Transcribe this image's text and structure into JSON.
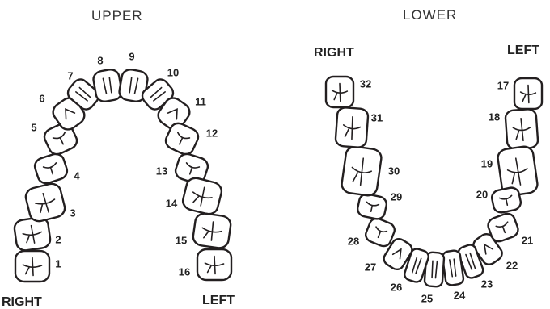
{
  "upper": {
    "title": "UPPER",
    "right_label": "RIGHT",
    "left_label": "LEFT",
    "teeth": [
      {
        "num": "1",
        "icon": "molar"
      },
      {
        "num": "2",
        "icon": "molar"
      },
      {
        "num": "3",
        "icon": "molar"
      },
      {
        "num": "4",
        "icon": "premolar"
      },
      {
        "num": "5",
        "icon": "premolar"
      },
      {
        "num": "6",
        "icon": "canine"
      },
      {
        "num": "7",
        "icon": "incisor"
      },
      {
        "num": "8",
        "icon": "incisor"
      },
      {
        "num": "9",
        "icon": "incisor"
      },
      {
        "num": "10",
        "icon": "incisor"
      },
      {
        "num": "11",
        "icon": "canine"
      },
      {
        "num": "12",
        "icon": "premolar"
      },
      {
        "num": "13",
        "icon": "premolar"
      },
      {
        "num": "14",
        "icon": "molar"
      },
      {
        "num": "15",
        "icon": "molar"
      },
      {
        "num": "16",
        "icon": "molar"
      }
    ]
  },
  "lower": {
    "title": "LOWER",
    "right_label": "RIGHT",
    "left_label": "LEFT",
    "teeth": [
      {
        "num": "17",
        "icon": "molar"
      },
      {
        "num": "18",
        "icon": "molar"
      },
      {
        "num": "19",
        "icon": "molar"
      },
      {
        "num": "20",
        "icon": "premolar"
      },
      {
        "num": "21",
        "icon": "premolar"
      },
      {
        "num": "22",
        "icon": "canine"
      },
      {
        "num": "23",
        "icon": "incisor"
      },
      {
        "num": "24",
        "icon": "incisor"
      },
      {
        "num": "25",
        "icon": "incisor"
      },
      {
        "num": "26",
        "icon": "incisor"
      },
      {
        "num": "27",
        "icon": "canine"
      },
      {
        "num": "28",
        "icon": "premolar"
      },
      {
        "num": "29",
        "icon": "premolar"
      },
      {
        "num": "30",
        "icon": "molar"
      },
      {
        "num": "31",
        "icon": "molar"
      },
      {
        "num": "32",
        "icon": "molar"
      }
    ]
  }
}
